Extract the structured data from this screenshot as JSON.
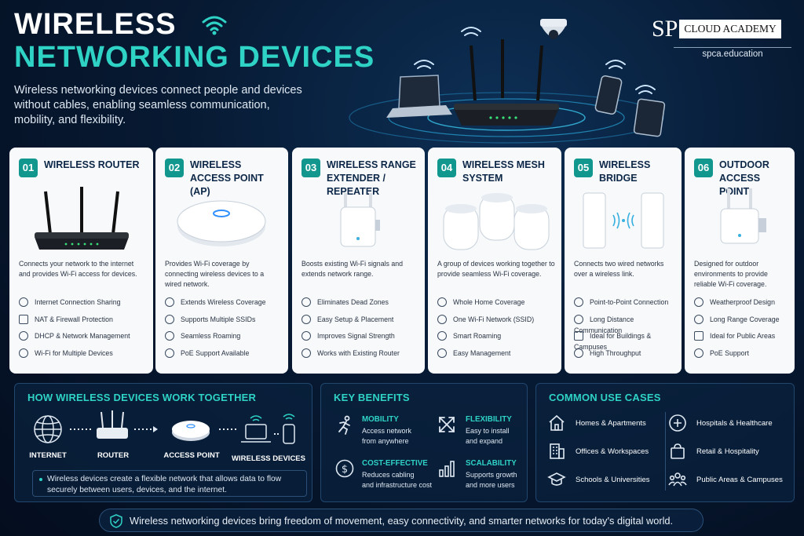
{
  "header": {
    "title_line1": "WIRELESS",
    "title_line2": "NETWORKING DEVICES",
    "intro": "Wireless networking devices connect people and devices without cables, enabling seamless communication, mobility, and flexibility."
  },
  "brand": {
    "logo_mark": "SP",
    "name": "CLOUD ACADEMY",
    "url": "spca.education"
  },
  "colors": {
    "accent": "#2fd3c6",
    "badge": "#12978f",
    "background": "#071a33",
    "card": "#f7f9fb"
  },
  "cards": [
    {
      "num": "01",
      "title": "WIRELESS ROUTER",
      "desc": "Connects your network to the internet and provides Wi-Fi access for devices.",
      "features": [
        "Internet Connection Sharing",
        "NAT & Firewall Protection",
        "DHCP & Network Management",
        "Wi-Fi for Multiple Devices"
      ]
    },
    {
      "num": "02",
      "title": "WIRELESS ACCESS POINT (AP)",
      "desc": "Provides Wi-Fi coverage by connecting wireless devices to a wired network.",
      "features": [
        "Extends Wireless Coverage",
        "Supports Multiple SSIDs",
        "Seamless Roaming",
        "PoE Support Available"
      ]
    },
    {
      "num": "03",
      "title": "WIRELESS RANGE EXTENDER / REPEATER",
      "desc": "Boosts existing Wi-Fi signals and extends network range.",
      "features": [
        "Eliminates Dead Zones",
        "Easy Setup & Placement",
        "Improves Signal Strength",
        "Works with Existing Router"
      ]
    },
    {
      "num": "04",
      "title": "WIRELESS MESH SYSTEM",
      "desc": "A group of devices working together to provide seamless Wi-Fi coverage.",
      "features": [
        "Whole Home Coverage",
        "One Wi-Fi Network (SSID)",
        "Smart Roaming",
        "Easy Management"
      ]
    },
    {
      "num": "05",
      "title": "WIRELESS BRIDGE",
      "desc": "Connects two wired networks over a wireless link.",
      "features": [
        "Point-to-Point Connection",
        "Long Distance Communication",
        "Ideal for Buildings & Campuses",
        "High Throughput"
      ]
    },
    {
      "num": "06",
      "title": "OUTDOOR ACCESS POINT",
      "desc": "Designed for outdoor environments to provide reliable Wi-Fi coverage.",
      "features": [
        "Weatherproof Design",
        "Long Range Coverage",
        "Ideal for Public Areas",
        "PoE Support"
      ]
    }
  ],
  "how": {
    "title": "HOW WIRELESS DEVICES WORK TOGETHER",
    "steps": [
      "INTERNET",
      "ROUTER",
      "ACCESS POINT",
      "WIRELESS DEVICES"
    ],
    "note": "Wireless devices create a flexible network that allows data to flow securely between users, devices, and the internet."
  },
  "benefits": {
    "title": "KEY BENEFITS",
    "items": [
      {
        "title": "MOBILITY",
        "desc_line1": "Access network",
        "desc_line2": "from anywhere"
      },
      {
        "title": "FLEXIBILITY",
        "desc_line1": "Easy to install",
        "desc_line2": "and expand"
      },
      {
        "title": "COST-EFFECTIVE",
        "desc_line1": "Reduces cabling",
        "desc_line2": "and infrastructure cost"
      },
      {
        "title": "SCALABILITY",
        "desc_line1": "Supports growth",
        "desc_line2": "and more users"
      }
    ]
  },
  "use_cases": {
    "title": "COMMON USE CASES",
    "items": [
      "Homes & Apartments",
      "Hospitals & Healthcare",
      "Offices & Workspaces",
      "Retail & Hospitality",
      "Schools & Universities",
      "Public Areas & Campuses"
    ]
  },
  "footer": {
    "text": "Wireless networking devices bring freedom of movement, easy connectivity, and smarter networks for today's digital world."
  }
}
